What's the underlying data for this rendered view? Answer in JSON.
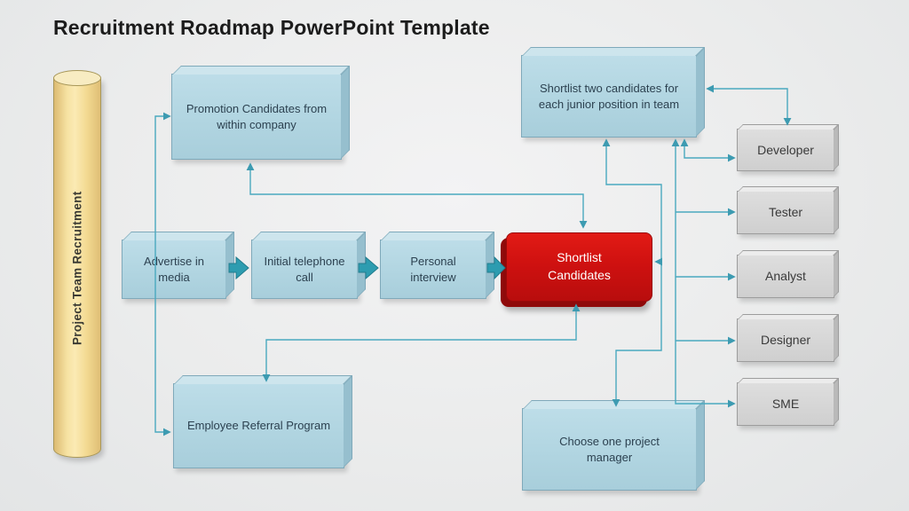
{
  "title": "Recruitment Roadmap PowerPoint Template",
  "cylinder": {
    "label": "Project Team Recruitment"
  },
  "nodes": {
    "promotion": {
      "label": "Promotion Candidates from within company"
    },
    "advertise": {
      "label": "Advertise in media"
    },
    "initial_call": {
      "label": "Initial telephone call"
    },
    "personal_interview": {
      "label": "Personal interview"
    },
    "shortlist": {
      "label": "Shortlist Candidates"
    },
    "shortlist_junior": {
      "label": "Shortlist two candidates for each junior position in team"
    },
    "employee_referral": {
      "label": "Employee Referral Program"
    },
    "choose_manager": {
      "label": "Choose one project manager"
    },
    "roles": [
      "Developer",
      "Tester",
      "Analyst",
      "Designer",
      "SME"
    ]
  },
  "colors": {
    "background": "#ecedee",
    "box_blue": "#b1d5e1",
    "box_gray": "#d5d5d5",
    "highlight_red": "#cf1110",
    "connector_teal": "#4aa9bf",
    "flow_arrow_teal": "#2d9cb0",
    "cylinder_yellow": "#f3da92",
    "title_text": "#1c1c1c",
    "box_text": "#2c4150"
  }
}
